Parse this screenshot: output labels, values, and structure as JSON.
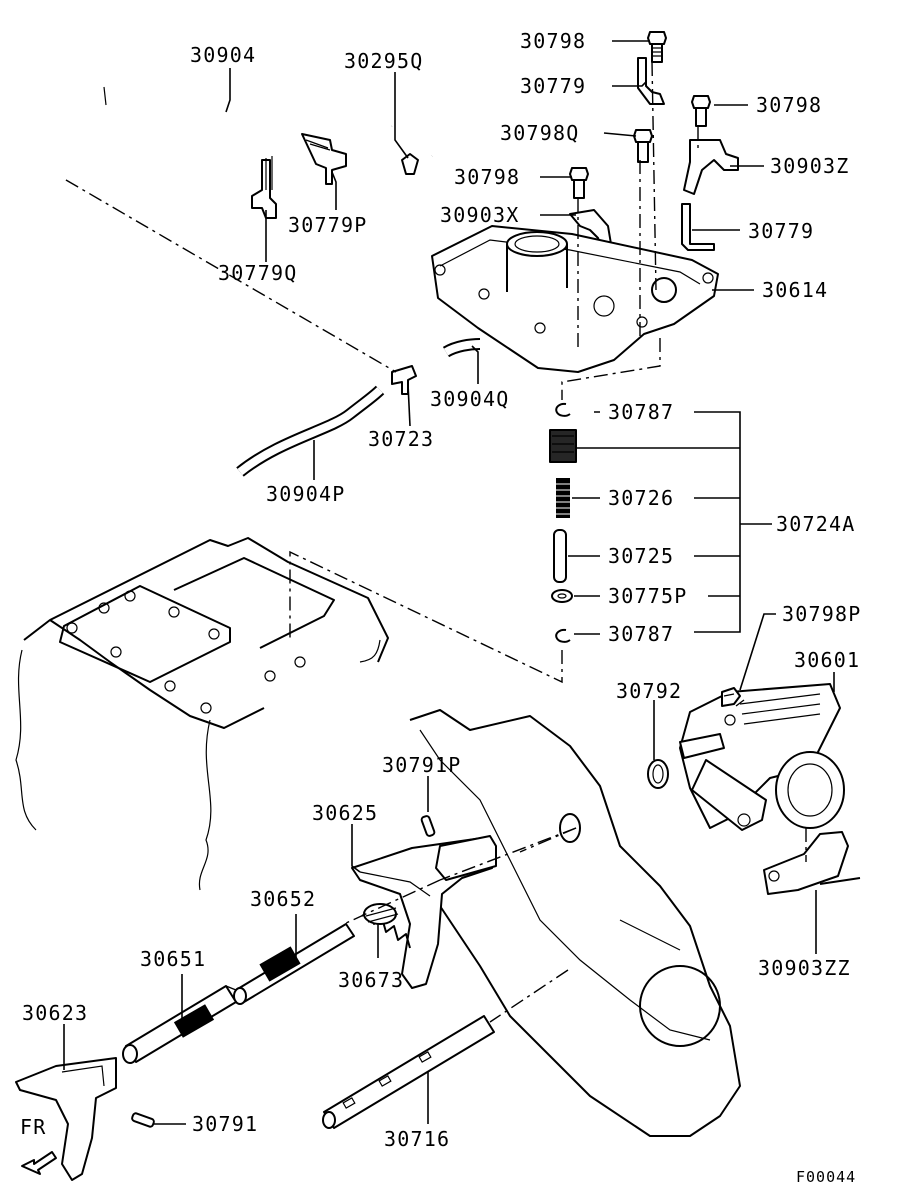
{
  "diagram_code": "F00044",
  "fr_marker": "FR",
  "labels": {
    "p30904": "30904",
    "p30295Q": "30295Q",
    "p30798_a": "30798",
    "p30779_a": "30779",
    "p30798_b": "30798",
    "p30798Q": "30798Q",
    "p30903Z": "30903Z",
    "p30798_c": "30798",
    "p30779P": "30779P",
    "p30903X": "30903X",
    "p30779_b": "30779",
    "p30779Q": "30779Q",
    "p30614": "30614",
    "p30904Q": "30904Q",
    "p30723": "30723",
    "p30787_a": "30787",
    "p30904P": "30904P",
    "p30726": "30726",
    "p30724A": "30724A",
    "p30725": "30725",
    "p30775P": "30775P",
    "p30787_b": "30787",
    "p30798P": "30798P",
    "p30601": "30601",
    "p30792": "30792",
    "p30791P": "30791P",
    "p30625": "30625",
    "p30652": "30652",
    "p30673": "30673",
    "p30903ZZ": "30903ZZ",
    "p30651": "30651",
    "p30623": "30623",
    "p30791": "30791",
    "p30716": "30716"
  }
}
